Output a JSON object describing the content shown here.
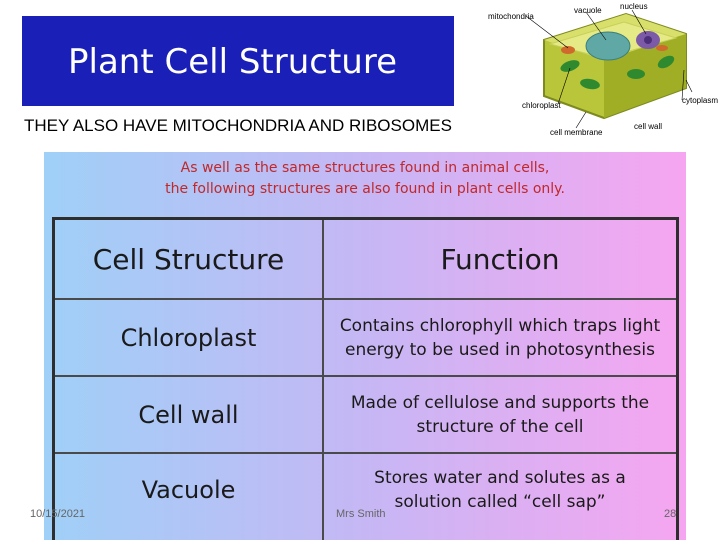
{
  "slide": {
    "title": "Plant Cell Structure",
    "subtitle": "THEY ALSO HAVE MITOCHONDRIA AND RIBOSOMES",
    "intro_line1": "As well as the same structures found in animal cells,",
    "intro_line2": "the following structures are also found in plant cells only."
  },
  "diagram": {
    "labels": {
      "mitochondria": "mitochondria",
      "vacuole": "vacuole",
      "nucleus": "nucleus",
      "chloroplast": "chloroplast",
      "cytoplasm": "cytoplasm",
      "cell_membrane": "cell membrane",
      "cell_wall": "cell wall"
    }
  },
  "table": {
    "headers": [
      "Cell Structure",
      "Function"
    ],
    "rows": [
      {
        "structure": "Chloroplast",
        "function_line1": "Contains chlorophyll which traps light",
        "function_line2": "energy to be used in photosynthesis"
      },
      {
        "structure": "Cell wall",
        "function_line1": "Made of cellulose and supports the",
        "function_line2": "structure of the cell"
      },
      {
        "structure": "Vacuole",
        "function_line1": "Stores water and solutes as a",
        "function_line2": "solution called “cell sap”"
      }
    ]
  },
  "footer": {
    "date": "10/15/2021",
    "author": "Mrs Smith",
    "page": "28"
  },
  "colors": {
    "title_bg": "#1a1fb8",
    "intro_text": "#c0282a"
  }
}
